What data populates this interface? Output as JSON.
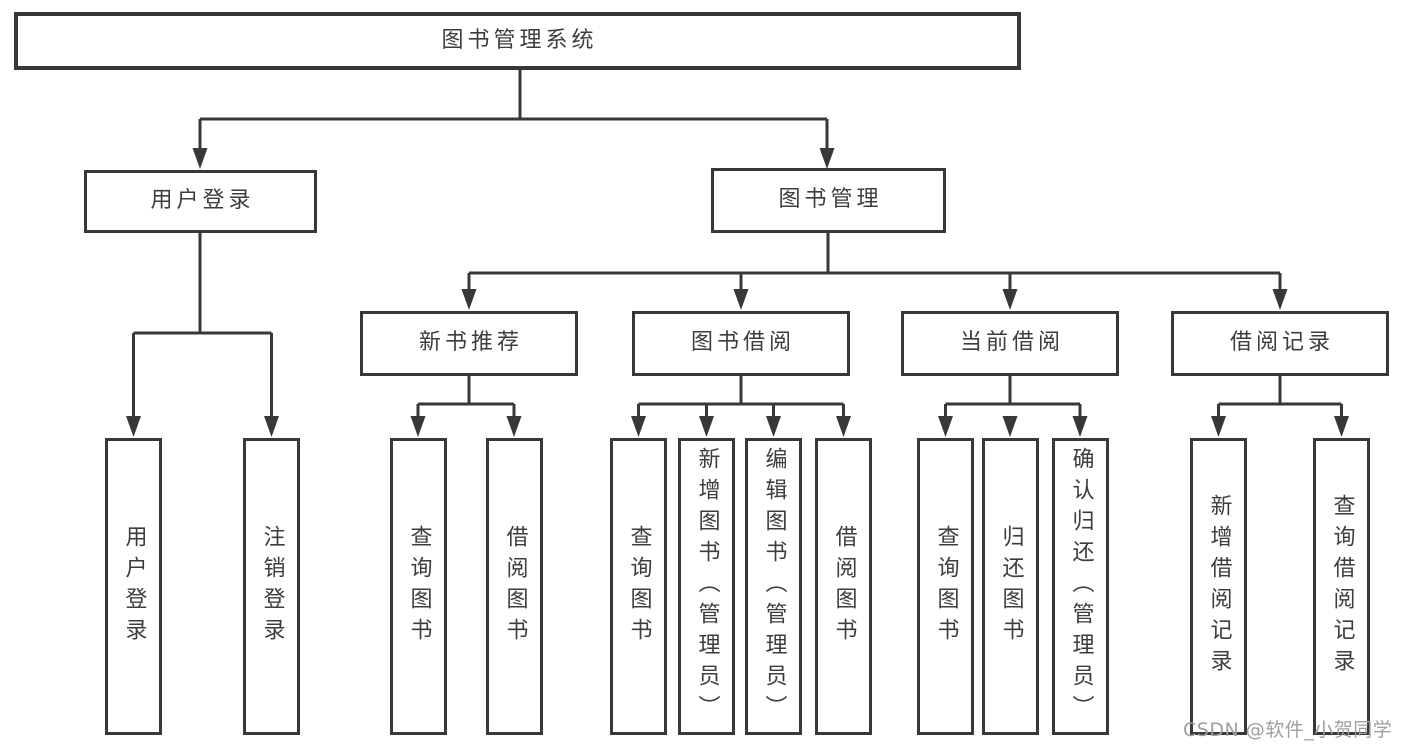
{
  "diagram": {
    "root": {
      "label": "图书管理系统"
    },
    "level2": [
      {
        "id": "user-login",
        "label": "用户登录"
      },
      {
        "id": "book-management",
        "label": "图书管理"
      }
    ],
    "level3": [
      {
        "id": "new-book-recommend",
        "label": "新书推荐"
      },
      {
        "id": "book-borrow",
        "label": "图书借阅"
      },
      {
        "id": "current-borrow",
        "label": "当前借阅"
      },
      {
        "id": "borrow-records",
        "label": "借阅记录"
      }
    ],
    "leaves": {
      "user_login": [
        "用户登录",
        "注销登录"
      ],
      "new_book_recommend": [
        "查询图书",
        "借阅图书"
      ],
      "book_borrow": [
        "查询图书",
        "新增图书（管理员）",
        "编辑图书（管理员）",
        "借阅图书"
      ],
      "current_borrow": [
        "查询图书",
        "归还图书",
        "确认归还（管理员）"
      ],
      "borrow_records": [
        "新增借阅记录",
        "查询借阅记录"
      ]
    }
  },
  "watermark": "CSDN @软件_小贺同学",
  "colors": {
    "line": "#383838",
    "text": "#3d3d3d",
    "watermark": "#9f9f9f",
    "background": "#ffffff"
  }
}
